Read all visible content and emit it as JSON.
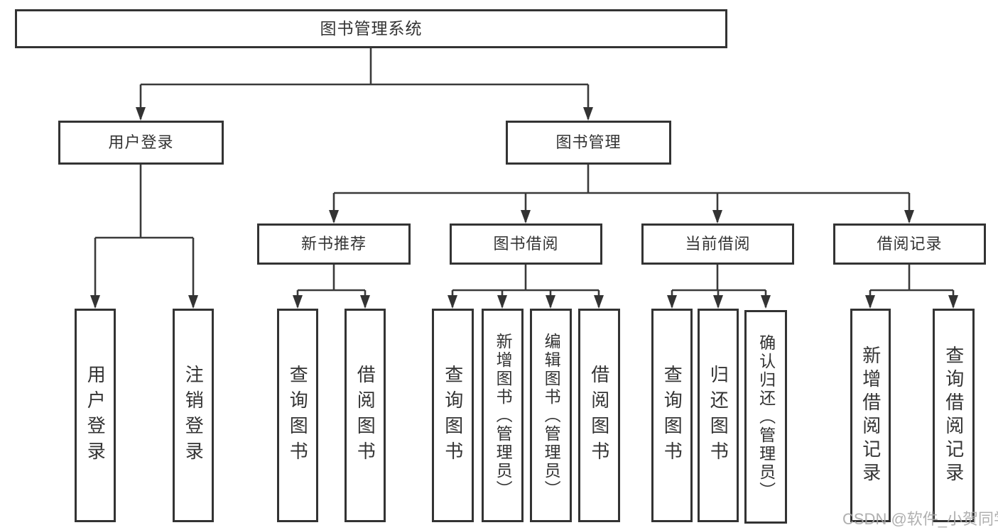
{
  "root": {
    "label": "图书管理系统"
  },
  "branches": {
    "user_login": {
      "label": "用户登录"
    },
    "book_mgmt": {
      "label": "图书管理"
    }
  },
  "modules": {
    "new_book_recommend": {
      "label": "新书推荐"
    },
    "book_borrow": {
      "label": "图书借阅"
    },
    "current_borrow": {
      "label": "当前借阅"
    },
    "borrow_records": {
      "label": "借阅记录"
    }
  },
  "functions": {
    "user_login": [
      "用户登录",
      "注销登录"
    ],
    "new_book_recommend": [
      "查询图书",
      "借阅图书"
    ],
    "book_borrow": [
      "查询图书",
      "新增图书（管理员）",
      "编辑图书（管理员）",
      "借阅图书"
    ],
    "current_borrow": [
      "查询图书",
      "归还图书",
      "确认归还（管理员）"
    ],
    "borrow_records": [
      "新增借阅记录",
      "查询借阅记录"
    ]
  },
  "watermark": "CSDN @软件_小贺同学",
  "colors": {
    "line": "#3a3a3a",
    "text": "#333333",
    "watermark": "#a8a8a8"
  }
}
